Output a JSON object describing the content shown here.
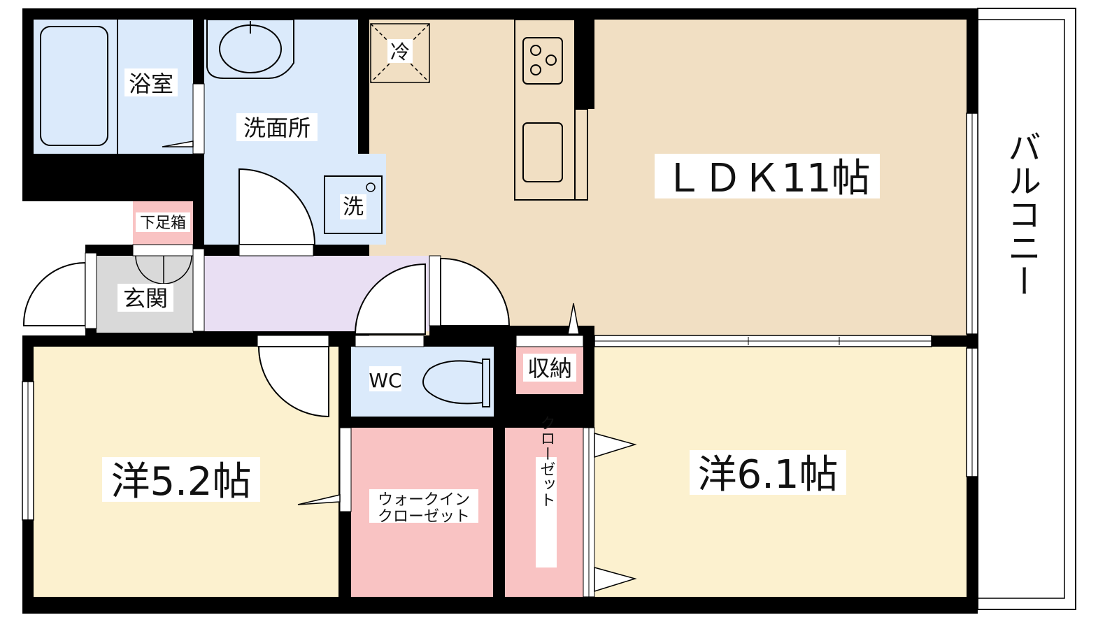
{
  "rooms": {
    "ldk": "ＬＤＫ11帖",
    "western_large": "洋6.1帖",
    "western_small": "洋5.2帖",
    "bath": "浴室",
    "washroom": "洗面所",
    "washer": "洗",
    "fridge": "冷",
    "shoe_box": "下足箱",
    "entrance": "玄関",
    "toilet": "WC",
    "storage": "収納",
    "walk_in_closet_line1": "ウォークイン",
    "walk_in_closet_line2": "クローゼット",
    "closet": "クローゼット",
    "balcony": "バルコニー"
  },
  "colors": {
    "wall": "#000000",
    "ldk": "#f1dfc3",
    "western": "#fcf1cf",
    "wet_area": "#dbeafb",
    "pink": "#f9c3c3",
    "hall": "#e9dff3",
    "entrance": "#d9d9d9",
    "balcony": "#ffffff"
  }
}
